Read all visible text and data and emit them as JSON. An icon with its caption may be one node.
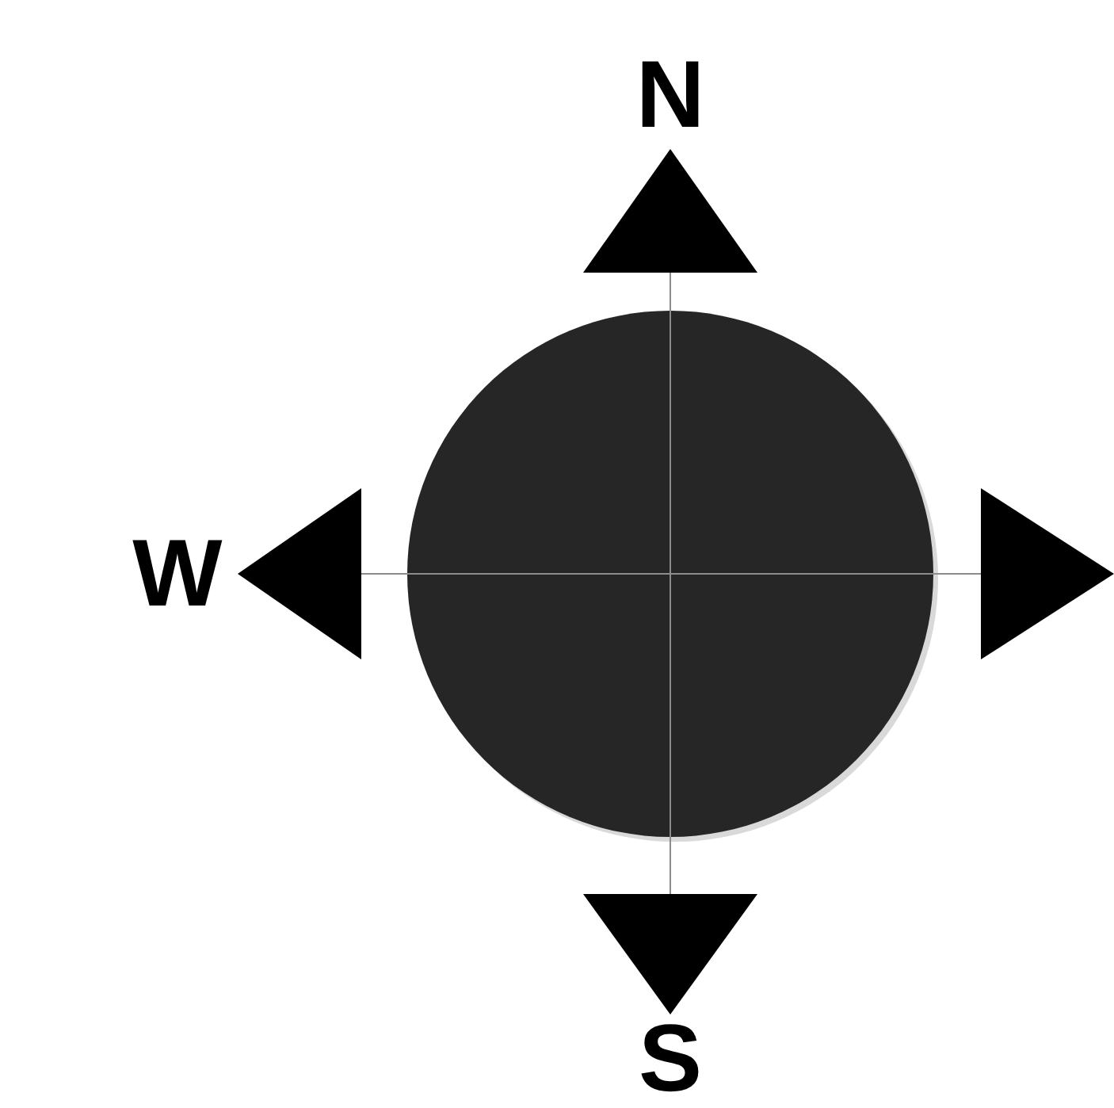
{
  "diagram": {
    "labels": [
      "N",
      "W",
      "S"
    ]
  }
}
